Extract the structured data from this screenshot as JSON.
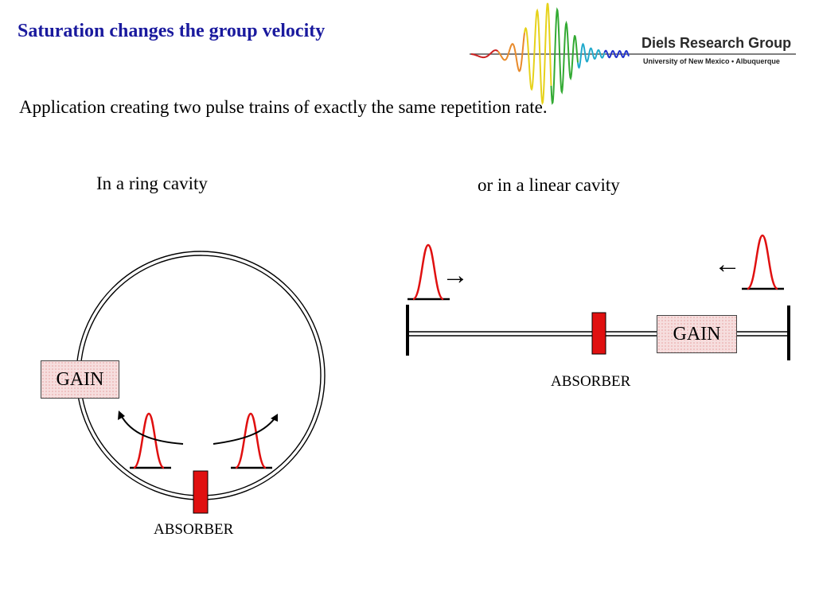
{
  "slide": {
    "title": "Saturation changes the group velocity",
    "subtitle": "Application creating two pulse trains of exactly the same repetition rate."
  },
  "logo": {
    "name": "Diels Research Group",
    "affiliation": "University of New Mexico • Albuquerque",
    "waveform_colors": [
      "#cc2222",
      "#e88a2a",
      "#e6d21a",
      "#33aa33",
      "#22aacc",
      "#2233cc"
    ]
  },
  "ring_cavity": {
    "label": "In a ring cavity",
    "gain_label": "GAIN",
    "absorber_label": "ABSORBER"
  },
  "linear_cavity": {
    "label": "or in a linear cavity",
    "gain_label": "GAIN",
    "absorber_label": "ABSORBER",
    "arrow_right": "→",
    "arrow_left": "←"
  },
  "colors": {
    "title": "#1a1a9e",
    "pulse": "#e01010",
    "absorber": "#e01010"
  }
}
